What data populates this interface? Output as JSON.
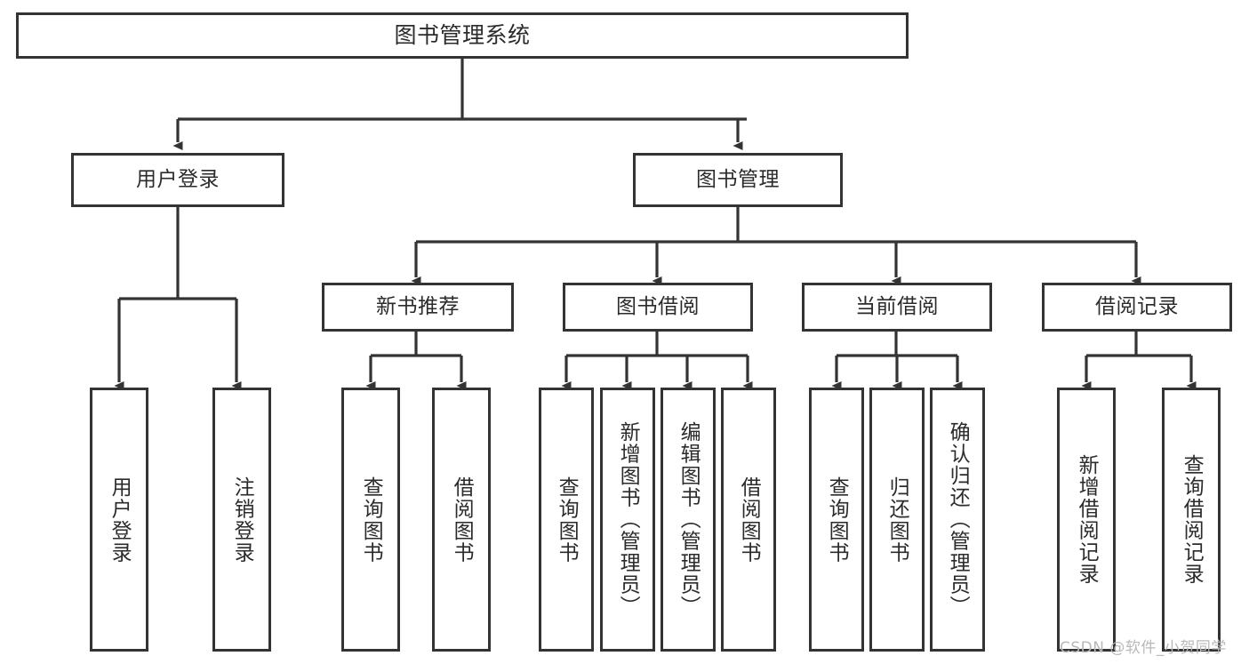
{
  "diagram": {
    "title": "图书管理系统",
    "type": "tree",
    "watermark": "CSDN @软件_小贺同学",
    "colors": {
      "border": "#333333",
      "fill": "#ffffff",
      "text": "#2b2b2b",
      "edge": "#333333",
      "watermark": "#b9b9b9",
      "background": "#ffffff"
    },
    "nodes": {
      "root": {
        "label": "图书管理系统"
      },
      "level2": [
        {
          "id": "user-login",
          "label": "用户登录"
        },
        {
          "id": "book-manage",
          "label": "图书管理"
        }
      ],
      "level3": [
        {
          "id": "new-book-recommend",
          "label": "新书推荐"
        },
        {
          "id": "book-borrow",
          "label": "图书借阅"
        },
        {
          "id": "current-borrow",
          "label": "当前借阅"
        },
        {
          "id": "borrow-record",
          "label": "借阅记录"
        }
      ],
      "leaves": [
        {
          "id": "leaf-user-login",
          "parent": "user-login",
          "label": "用户登录"
        },
        {
          "id": "leaf-logout",
          "parent": "user-login",
          "label": "注销登录"
        },
        {
          "id": "leaf-query-book-1",
          "parent": "new-book-recommend",
          "label": "查询图书"
        },
        {
          "id": "leaf-borrow-book-1",
          "parent": "new-book-recommend",
          "label": "借阅图书"
        },
        {
          "id": "leaf-query-book-2",
          "parent": "book-borrow",
          "label": "查询图书"
        },
        {
          "id": "leaf-add-book",
          "parent": "book-borrow",
          "label": "新增图书（管理员）"
        },
        {
          "id": "leaf-edit-book",
          "parent": "book-borrow",
          "label": "编辑图书（管理员）"
        },
        {
          "id": "leaf-borrow-book-2",
          "parent": "book-borrow",
          "label": "借阅图书"
        },
        {
          "id": "leaf-query-book-3",
          "parent": "current-borrow",
          "label": "查询图书"
        },
        {
          "id": "leaf-return-book",
          "parent": "current-borrow",
          "label": "归还图书"
        },
        {
          "id": "leaf-confirm-return",
          "parent": "current-borrow",
          "label": "确认归还（管理员）"
        },
        {
          "id": "leaf-add-record",
          "parent": "borrow-record",
          "label": "新增借阅记录"
        },
        {
          "id": "leaf-query-record",
          "parent": "borrow-record",
          "label": "查询借阅记录"
        }
      ]
    }
  }
}
